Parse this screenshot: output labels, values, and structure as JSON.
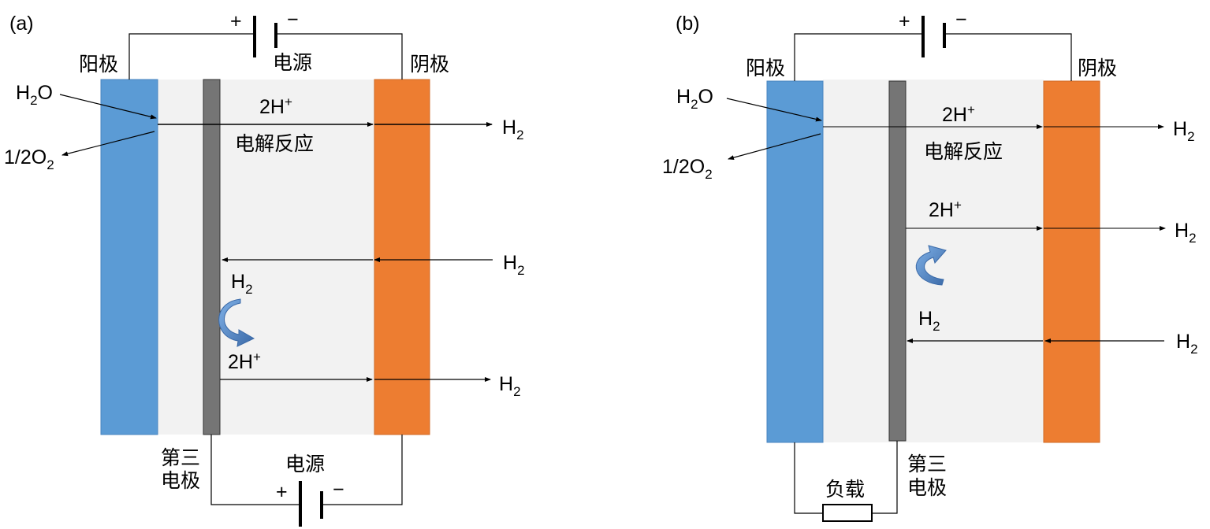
{
  "colors": {
    "anode": "#5b9bd5",
    "cathode": "#ed7d31",
    "third": "#757575",
    "bath": "#f2f2f2",
    "curl": "#4a7ab8"
  },
  "a": {
    "panel_label": "(a)",
    "anode_label": "阳极",
    "cathode_label": "阴极",
    "power_top_label": "电源",
    "power_bottom_label": "电源",
    "plus": "+",
    "minus": "−",
    "third_electrode_line1": "第三",
    "third_electrode_line2": "电极",
    "water": {
      "main": "H",
      "sub": "2",
      "tail": "O"
    },
    "oxygen": {
      "main": "1/2O",
      "sub": "2"
    },
    "reaction_label": "电解反应",
    "proton_top": {
      "main": "2H",
      "sup": "+"
    },
    "proton_bottom": {
      "main": "2H",
      "sup": "+"
    },
    "h2_out_top": {
      "main": "H",
      "sub": "2"
    },
    "h2_in": {
      "main": "H",
      "sub": "2"
    },
    "h2_mid": {
      "main": "H",
      "sub": "2"
    },
    "h2_out_bottom": {
      "main": "H",
      "sub": "2"
    }
  },
  "b": {
    "panel_label": "(b)",
    "anode_label": "阳极",
    "cathode_label": "阴极",
    "plus": "+",
    "minus": "−",
    "third_electrode_line1": "第三",
    "third_electrode_line2": "电极",
    "load_label": "负载",
    "water": {
      "main": "H",
      "sub": "2",
      "tail": "O"
    },
    "oxygen": {
      "main": "1/2O",
      "sub": "2"
    },
    "reaction_label": "电解反应",
    "proton_top": {
      "main": "2H",
      "sup": "+"
    },
    "proton_mid": {
      "main": "2H",
      "sup": "+"
    },
    "h2_out_top": {
      "main": "H",
      "sub": "2"
    },
    "h2_out_mid": {
      "main": "H",
      "sub": "2"
    },
    "h2_mid": {
      "main": "H",
      "sub": "2"
    },
    "h2_in": {
      "main": "H",
      "sub": "2"
    }
  }
}
